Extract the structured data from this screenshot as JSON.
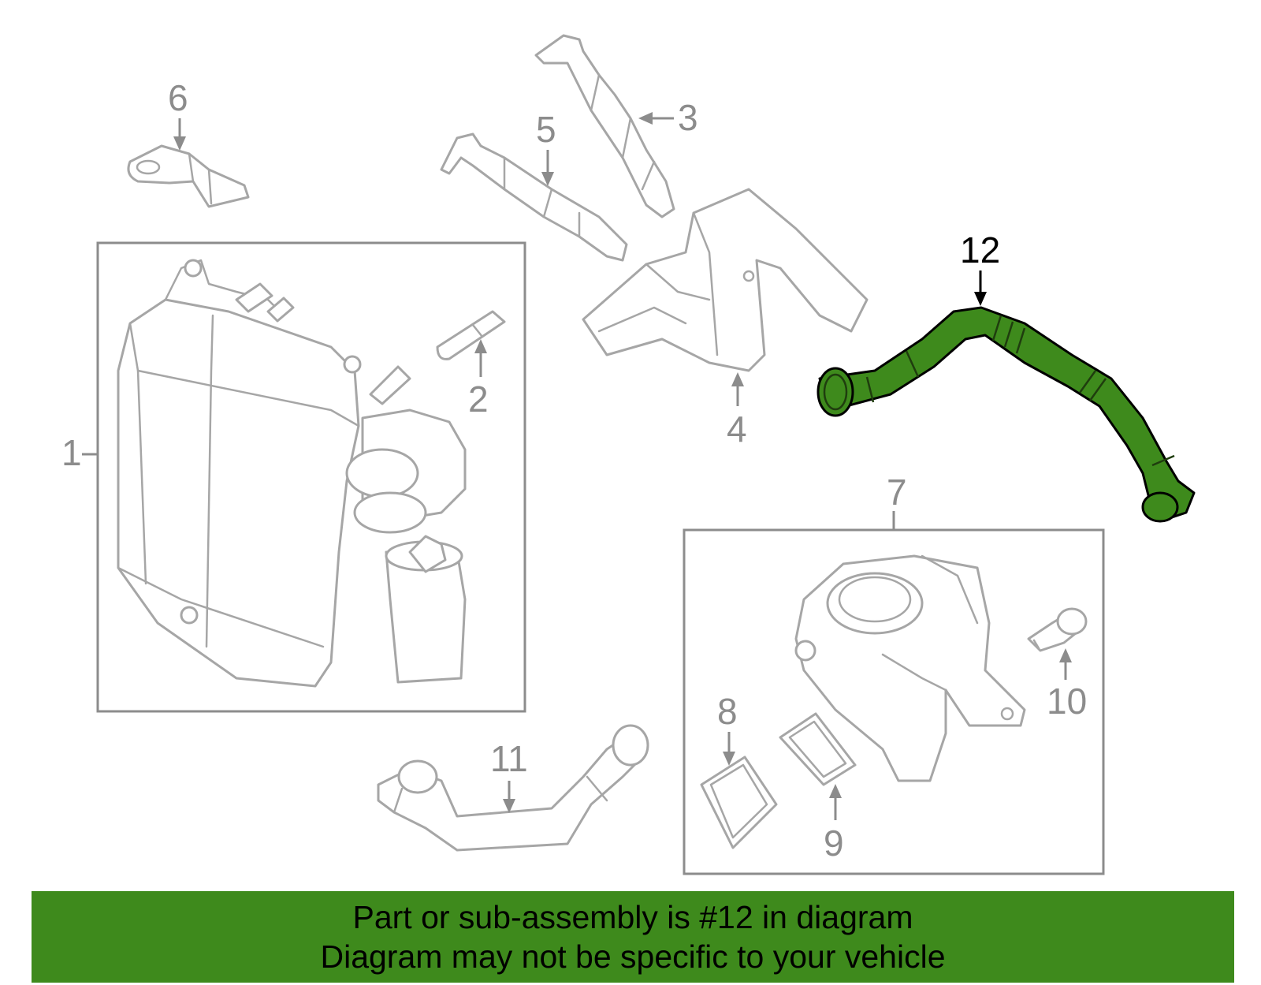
{
  "diagram": {
    "highlight_color": "#3e8a1c",
    "highlighted_part": "12",
    "callouts": [
      "1",
      "2",
      "3",
      "4",
      "5",
      "6",
      "7",
      "8",
      "9",
      "10",
      "11",
      "12"
    ]
  },
  "banner": {
    "line1": "Part or sub-assembly is #12 in diagram",
    "line2": "Diagram may not be specific to your vehicle",
    "background": "#3e8a1c"
  }
}
